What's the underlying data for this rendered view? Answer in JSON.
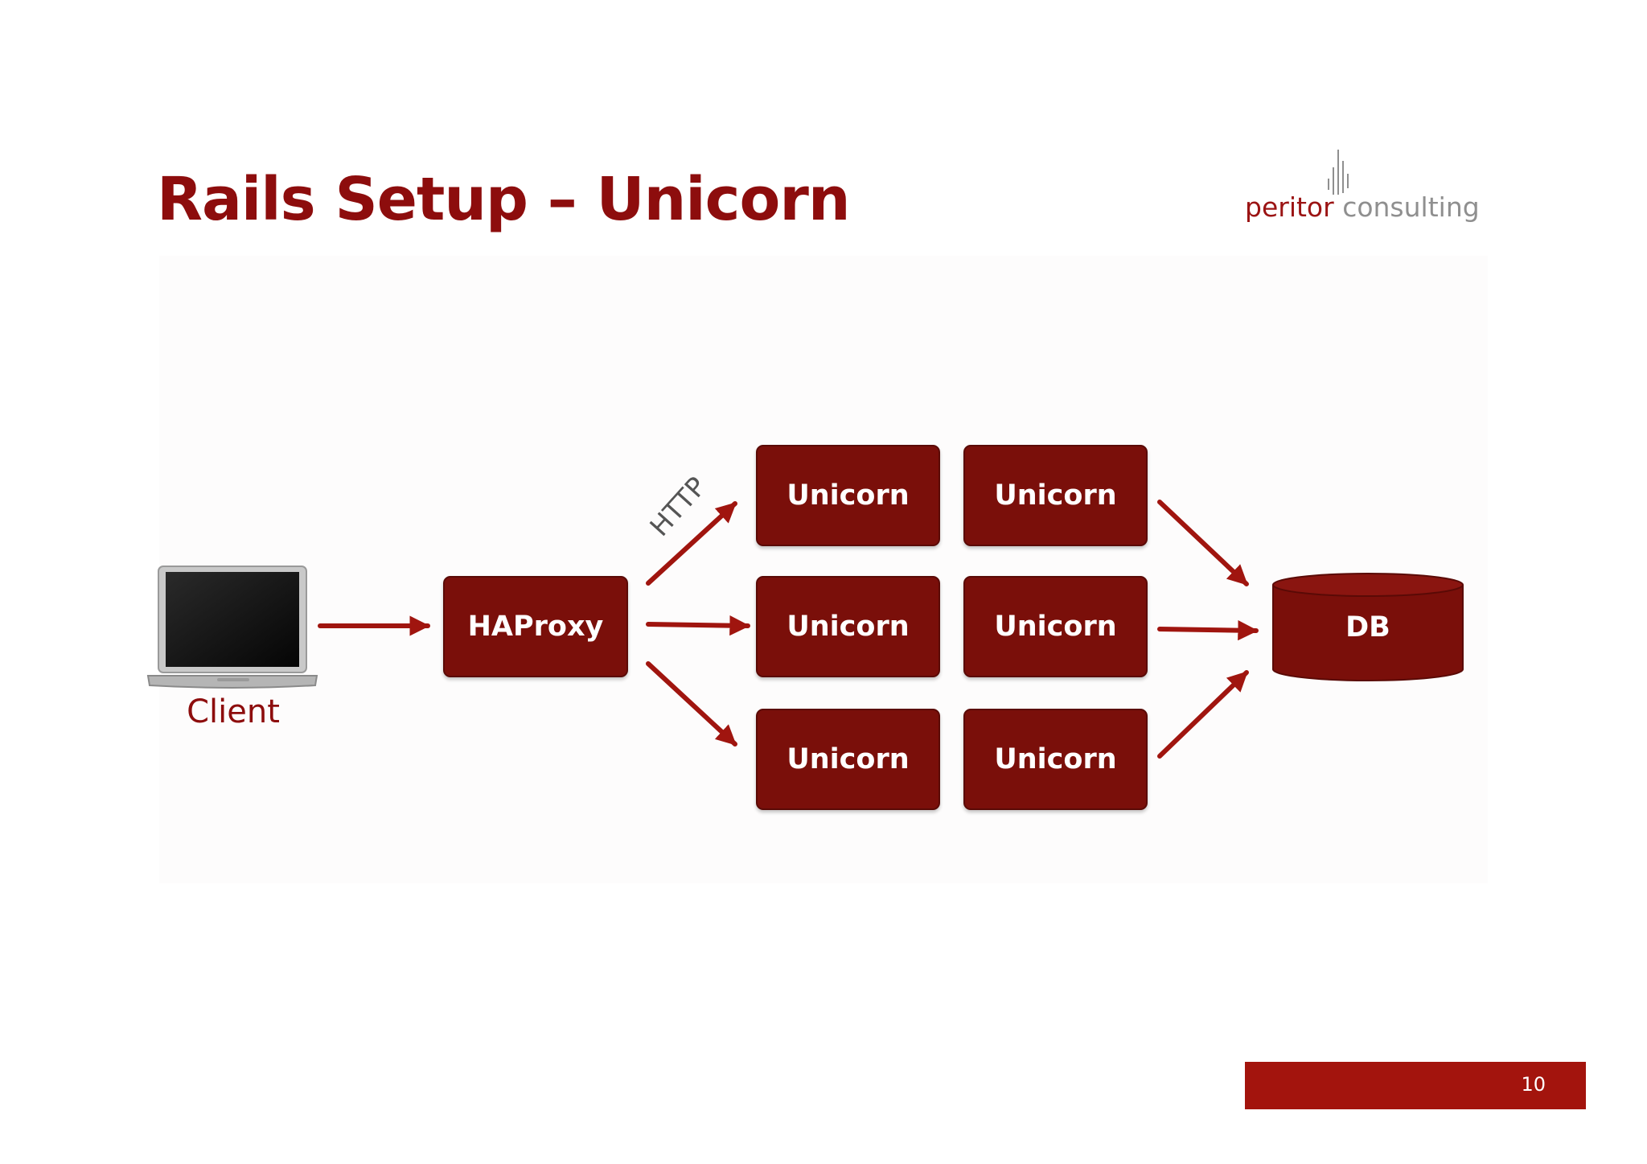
{
  "slide": {
    "title": "Rails Setup – Unicorn",
    "page_number": "10"
  },
  "logo": {
    "word1": "peritor",
    "word2": "consulting"
  },
  "diagram": {
    "client_label": "Client",
    "proxy_label": "HAProxy",
    "protocol_label": "HTTP",
    "workers": [
      "Unicorn",
      "Unicorn",
      "Unicorn",
      "Unicorn",
      "Unicorn",
      "Unicorn"
    ],
    "db_label": "DB"
  },
  "colors": {
    "brand_red": "#8d0d0d",
    "node_fill": "#7a0f0a",
    "arrow": "#a0150f",
    "footer_bar": "#a3140d"
  }
}
